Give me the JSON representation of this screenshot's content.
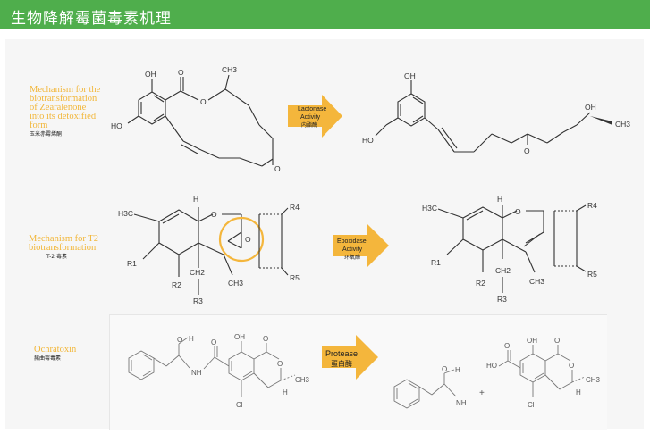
{
  "header": {
    "title": "生物降解霉菌毒素机理"
  },
  "colors": {
    "header_bg": "#4fae4c",
    "arrow": "#f4b63c",
    "mechanism_text": "#f2b73a",
    "highlight_circle": "#f4b63c"
  },
  "rows": [
    {
      "title": "Mechanism for the biotransformation of Zearalenone into its detoxified form",
      "title_lines": [
        "Mechanism for the",
        "biotransformation",
        "of Zearalenone",
        "into its detoxified",
        "form"
      ],
      "subtitle_cn": "玉米赤霉烯酮",
      "enzyme": {
        "line1": "Lactonase",
        "line2": "Activity",
        "cn": "内酯酶"
      }
    },
    {
      "title": "Mechanism for T2 biotransformation",
      "title_lines": [
        "Mechanism for T2",
        "biotransformation"
      ],
      "subtitle_cn": "T-2 毒素",
      "enzyme": {
        "line1": "Epoxidase",
        "line2": "Activity",
        "cn": "环氧酶"
      }
    },
    {
      "title": "Ochratoxin",
      "title_lines": [
        "Ochratoxin"
      ],
      "subtitle_cn": "赭曲霉毒素",
      "enzyme": {
        "line1": "Protease",
        "cn": "蛋白酶"
      }
    }
  ],
  "atoms": {
    "oh": "OH",
    "ho": "HO",
    "o": "O",
    "ch3": "CH3",
    "h3c": "H3C",
    "h": "H",
    "r1": "R1",
    "r2": "R2",
    "r3": "R3",
    "r4": "R4",
    "r5": "R5",
    "ch2": "CH2",
    "nh": "NH",
    "cl": "Cl",
    "plus": "+"
  }
}
